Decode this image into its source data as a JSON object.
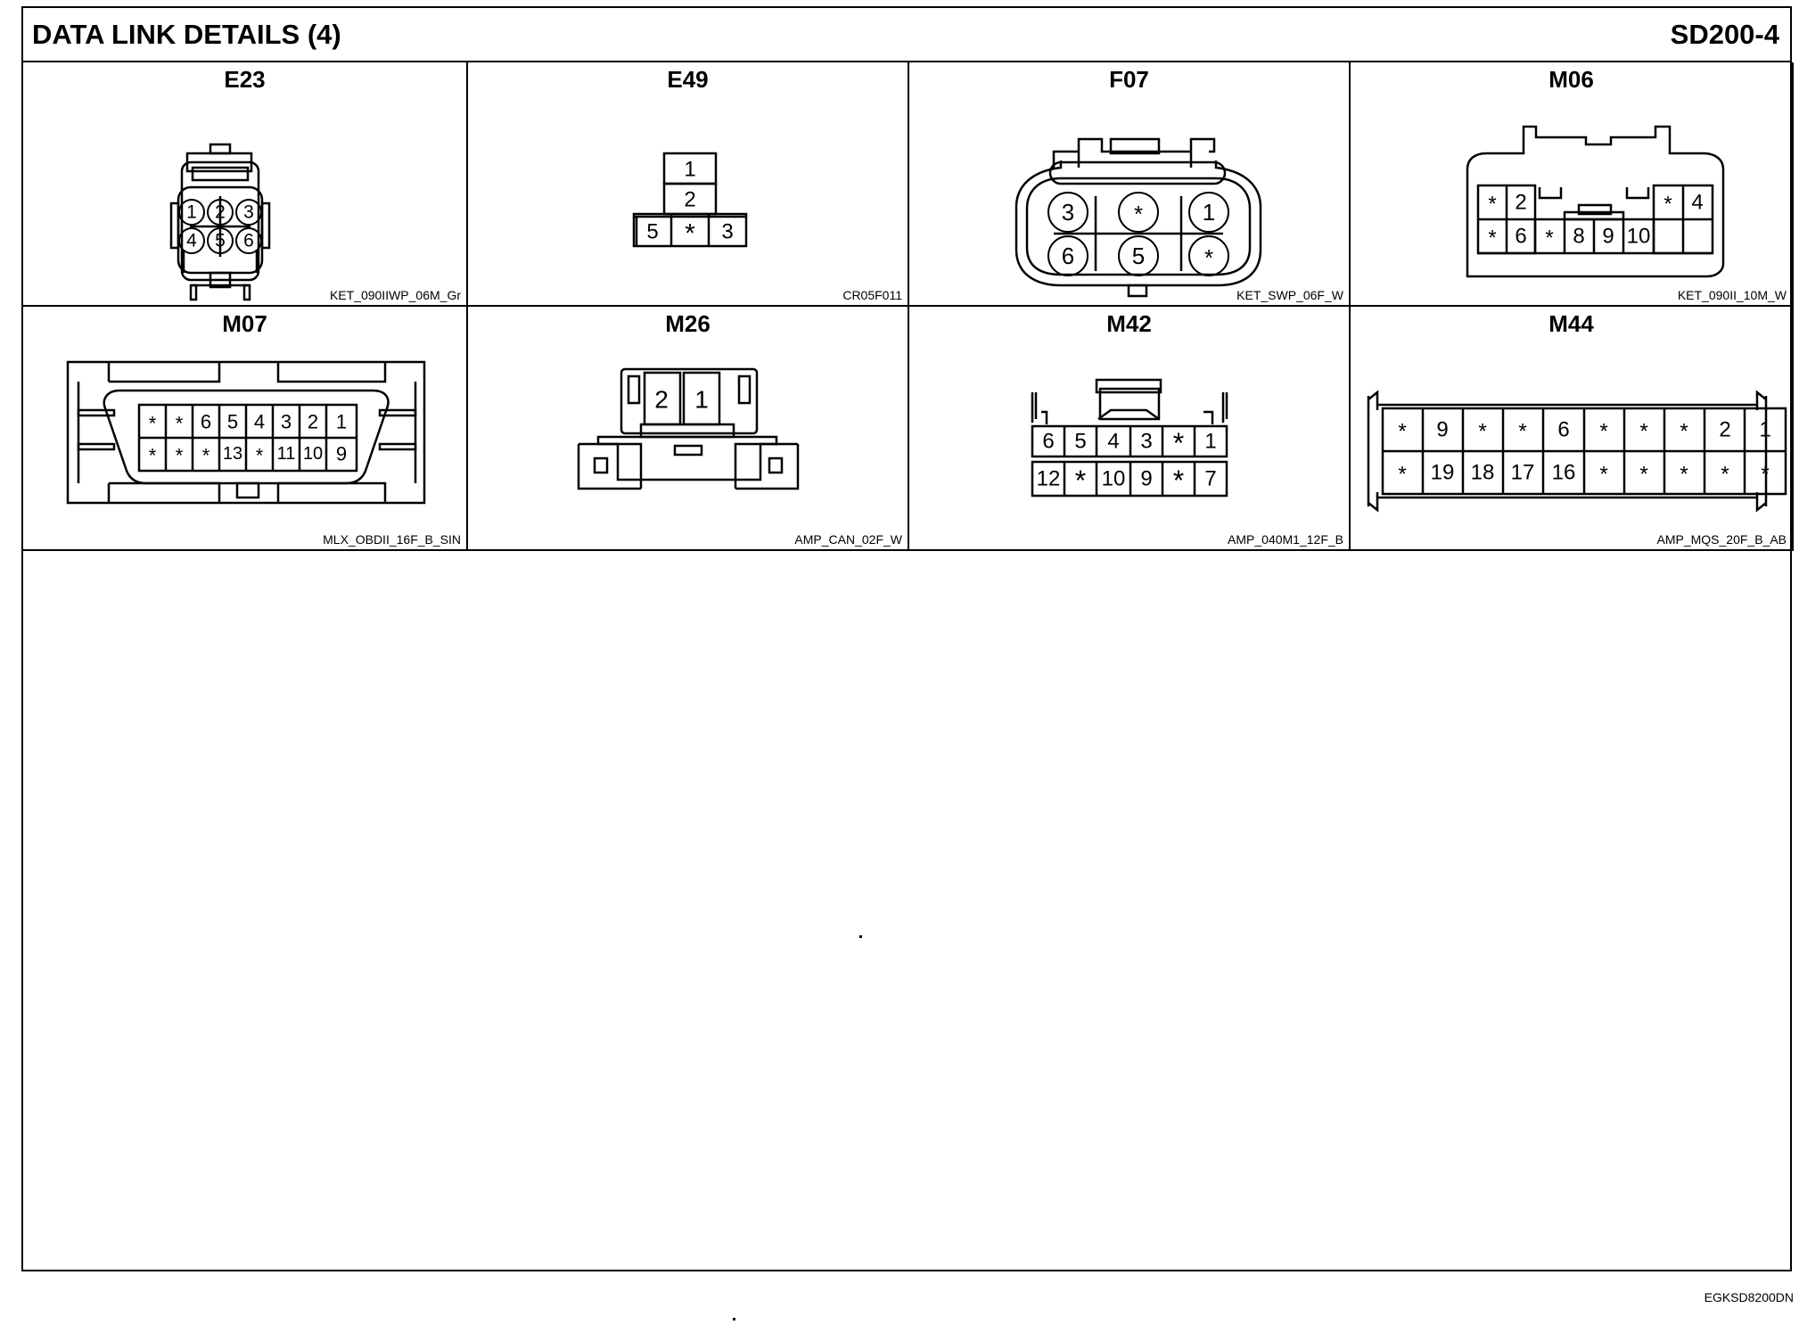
{
  "header": {
    "title": "DATA LINK DETAILS (4)",
    "code": "SD200-4"
  },
  "connectors": [
    {
      "id": "E23",
      "type": "KET_090IIWP_06M_Gr",
      "pins": [
        "1",
        "2",
        "3",
        "4",
        "5",
        "6"
      ]
    },
    {
      "id": "E49",
      "type": "CR05F011",
      "pins": [
        "1",
        "2",
        "5",
        "*",
        "3"
      ]
    },
    {
      "id": "F07",
      "type": "KET_SWP_06F_W",
      "pins": [
        "3",
        "*",
        "1",
        "6",
        "5",
        "*"
      ]
    },
    {
      "id": "M06",
      "type": "KET_090II_10M_W",
      "pins": [
        "*",
        "2",
        "*",
        "4",
        "*",
        "6",
        "*",
        "8",
        "9",
        "10"
      ]
    },
    {
      "id": "M07",
      "type": "MLX_OBDII_16F_B_SIN",
      "pins": [
        "*",
        "*",
        "6",
        "5",
        "4",
        "3",
        "2",
        "1",
        "*",
        "*",
        "*",
        "13",
        "*",
        "11",
        "10",
        "9"
      ]
    },
    {
      "id": "M26",
      "type": "AMP_CAN_02F_W",
      "pins": [
        "2",
        "1"
      ]
    },
    {
      "id": "M42",
      "type": "AMP_040M1_12F_B",
      "pins": [
        "6",
        "5",
        "4",
        "3",
        "*",
        "1",
        "12",
        "*",
        "10",
        "9",
        "*",
        "7"
      ]
    },
    {
      "id": "M44",
      "type": "AMP_MQS_20F_B_AB",
      "pins": [
        "*",
        "9",
        "*",
        "*",
        "6",
        "*",
        "*",
        "*",
        "2",
        "1",
        "*",
        "19",
        "18",
        "17",
        "16",
        "*",
        "*",
        "*",
        "*",
        "*"
      ]
    }
  ],
  "footer": {
    "code": "EGKSD8200DN"
  }
}
